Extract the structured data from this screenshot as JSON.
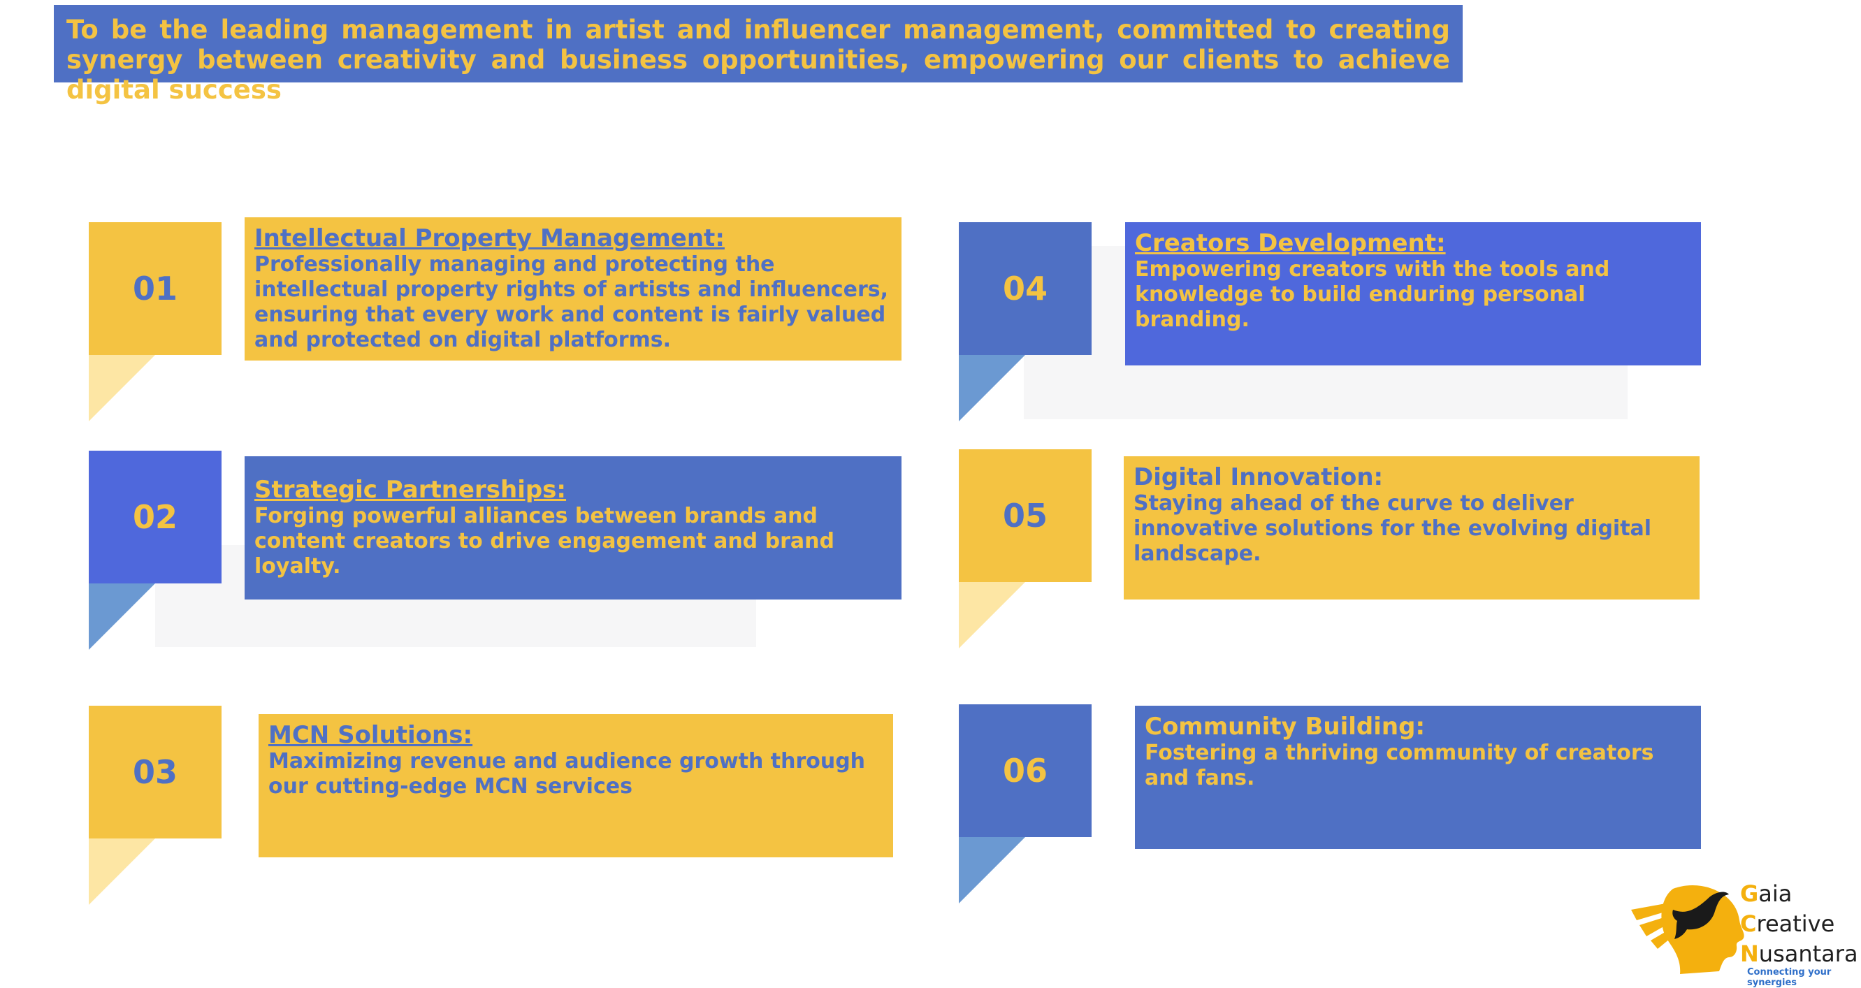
{
  "header": {
    "mission": "To be the leading management in artist and influencer management, committed to creating synergy between creativity and business opportunities, empowering our clients to achieve digital success"
  },
  "items": [
    {
      "number": "01",
      "title": "Intellectual Property Management:",
      "body": "Professionally managing and protecting the intellectual property rights of artists and influencers, ensuring that every work and content is fairly valued and protected on digital platforms."
    },
    {
      "number": "02",
      "title": "Strategic Partnerships:",
      "body": "Forging powerful alliances between brands and content creators to drive engagement and brand loyalty."
    },
    {
      "number": "03",
      "title": "MCN Solutions:",
      "body": "Maximizing revenue and audience growth through our cutting-edge MCN services"
    },
    {
      "number": "04",
      "title": "Creators Development:",
      "body": "Empowering creators with the tools and knowledge to build enduring personal branding."
    },
    {
      "number": "05",
      "title": "Digital Innovation:",
      "body": "Staying ahead of the curve to deliver innovative solutions for the evolving digital landscape."
    },
    {
      "number": "06",
      "title": "Community Building:",
      "body": "Fostering a thriving community of creators and fans."
    }
  ],
  "logo": {
    "line1_cap": "G",
    "line1_rest": "aia",
    "line2_cap": "C",
    "line2_rest": "reative",
    "line3_cap": "N",
    "line3_rest": "usantara",
    "tagline": "Connecting your synergies"
  },
  "colors": {
    "yellow": "#f4c342",
    "blue": "#4f70c4",
    "bright_blue": "#4f68dc",
    "light_yellow": "#fde6a4",
    "light_blue": "#6b99d2"
  }
}
